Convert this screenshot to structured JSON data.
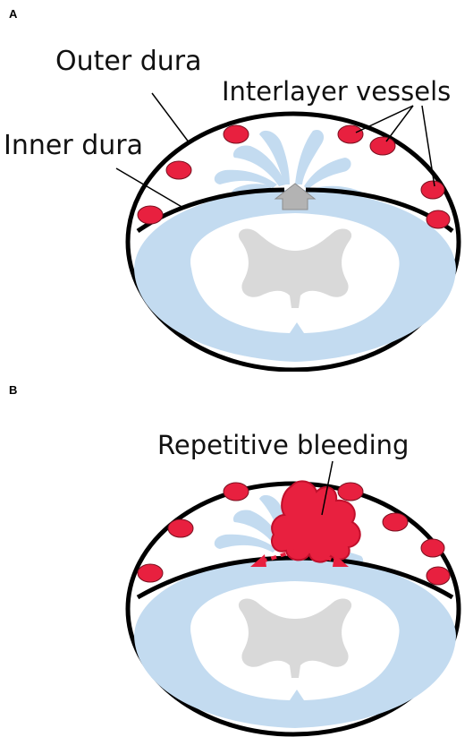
{
  "panel_a": {
    "letter": "A",
    "labels": {
      "outer_dura": "Outer dura",
      "inner_dura": "Inner dura",
      "interlayer_vessels": "Interlayer vessels"
    }
  },
  "panel_b": {
    "letter": "B",
    "labels": {
      "repetitive_bleeding": "Repetitive bleeding"
    }
  },
  "colors": {
    "vessel_red": "#e8203f",
    "csf_blue": "#c3dbf0",
    "cord_gray": "#d9d9d9",
    "outline": "#000000",
    "arrow_gray": "#b3b3b3"
  }
}
